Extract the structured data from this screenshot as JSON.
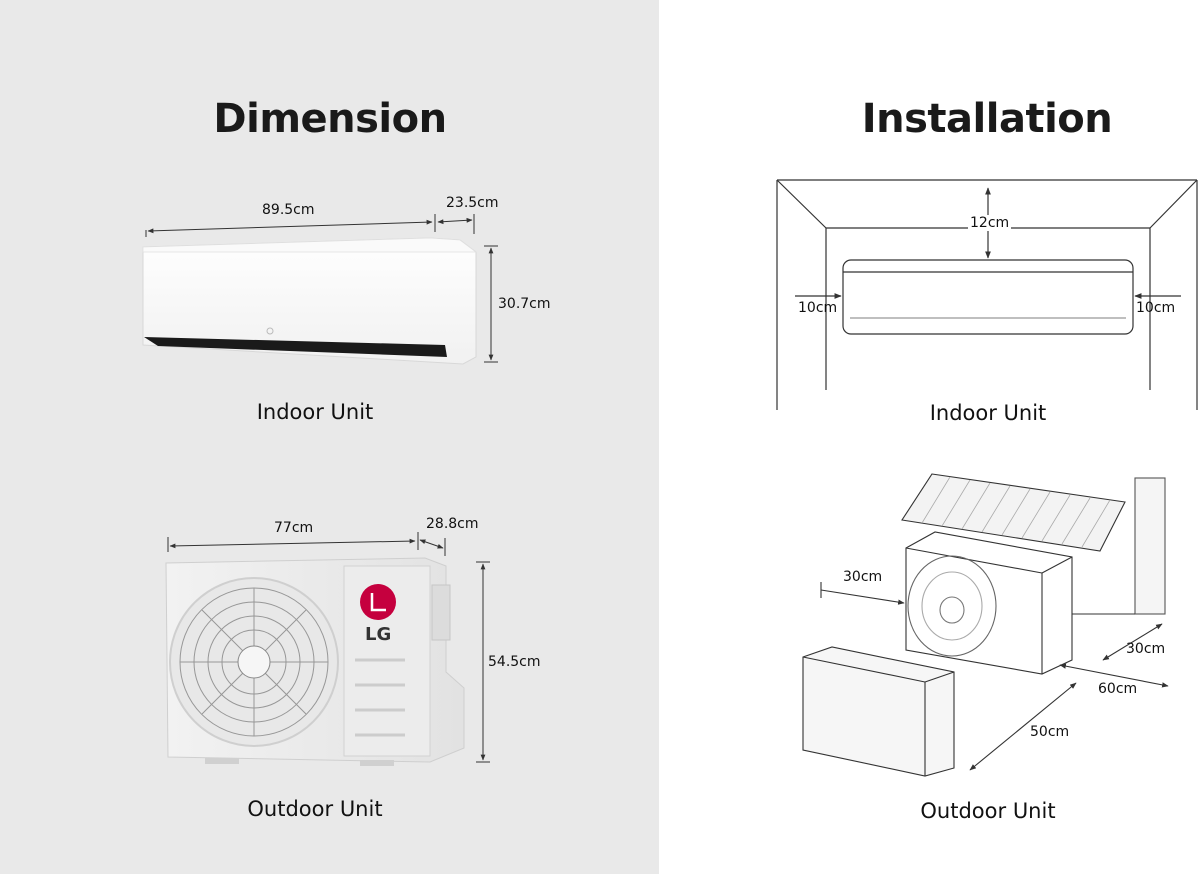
{
  "dimension": {
    "title": "Dimension",
    "indoor": {
      "width": "89.5cm",
      "depth": "23.5cm",
      "height": "30.7cm",
      "caption": "Indoor Unit"
    },
    "outdoor": {
      "width": "77cm",
      "depth": "28.8cm",
      "height": "54.5cm",
      "caption": "Outdoor Unit",
      "logo_text": "LG"
    }
  },
  "installation": {
    "title": "Installation",
    "indoor": {
      "top": "12cm",
      "left": "10cm",
      "right": "10cm",
      "caption": "Indoor Unit"
    },
    "outdoor": {
      "left": "30cm",
      "back": "30cm",
      "side": "60cm",
      "front": "50cm",
      "caption": "Outdoor Unit"
    }
  },
  "colors": {
    "left_bg": "#e9e9e9",
    "right_bg": "#ffffff",
    "lg_red": "#c5003e"
  }
}
